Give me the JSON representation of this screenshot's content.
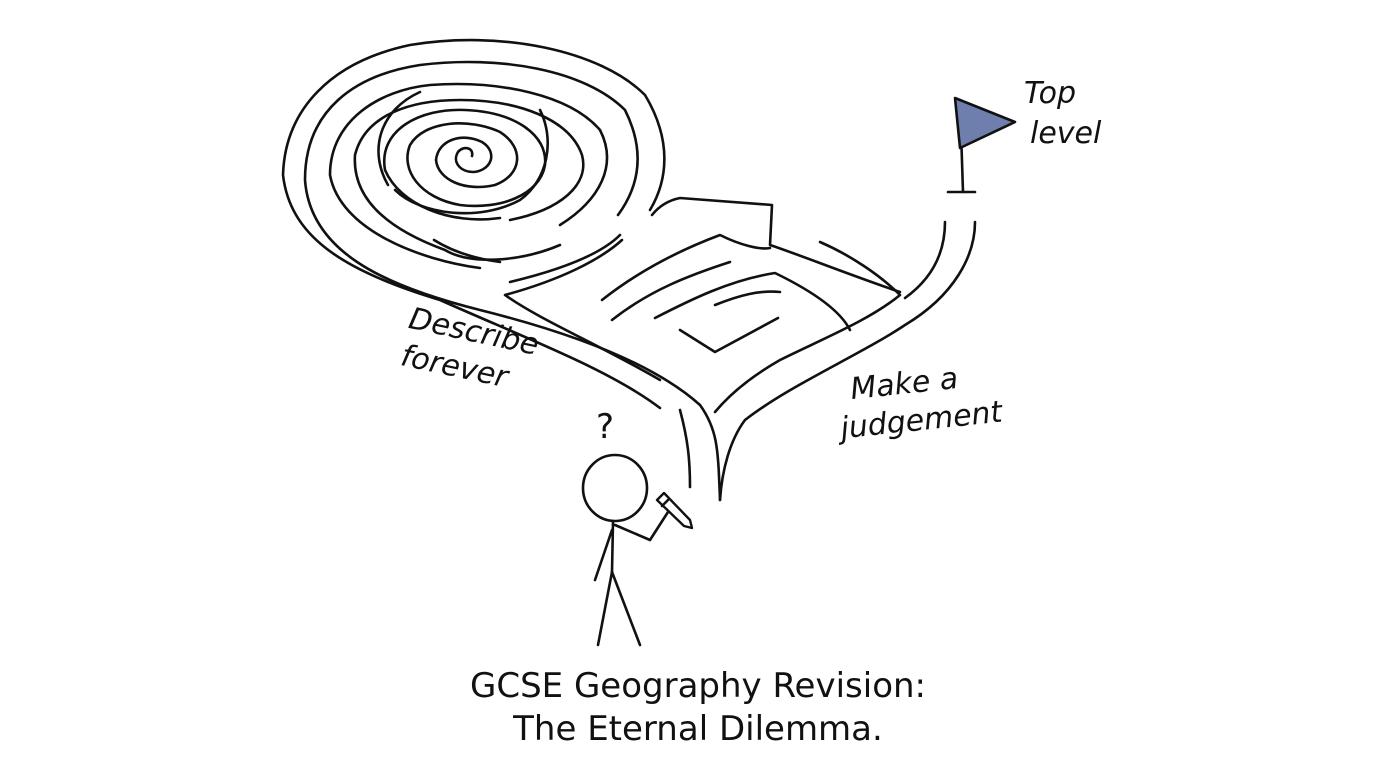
{
  "labels": {
    "top_level_line1": "Top",
    "top_level_line2": "level",
    "describe_line1": "Describe",
    "describe_line2": "forever",
    "judgement_line1": "Make a",
    "judgement_line2": "judgement",
    "question_mark": "?"
  },
  "caption": {
    "line1": "GCSE Geography Revision:",
    "line2": "The Eternal Dilemma."
  },
  "colors": {
    "flag": "#6f7fad",
    "ink": "#111111"
  }
}
